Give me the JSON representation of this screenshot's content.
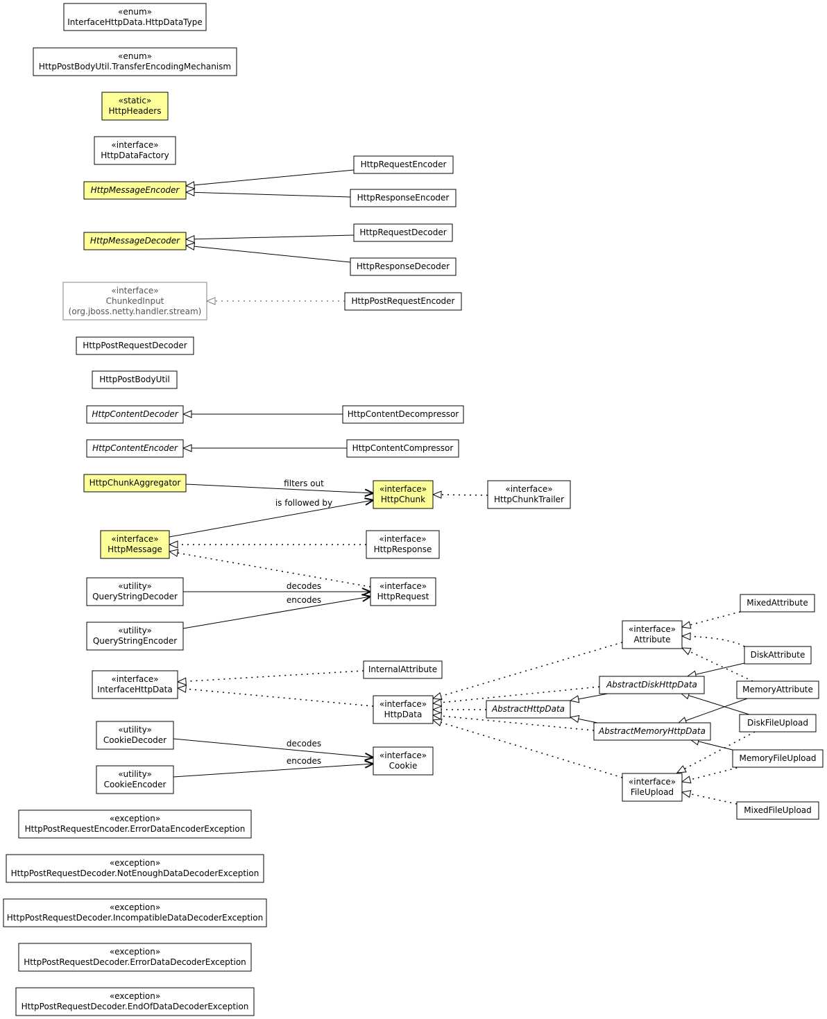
{
  "nodes": {
    "n_enum_httpdatatype": {
      "stereotype": "«enum»",
      "name": "InterfaceHttpData.HttpDataType"
    },
    "n_enum_transfer": {
      "stereotype": "«enum»",
      "name": "HttpPostBodyUtil.TransferEncodingMechanism"
    },
    "n_httpheaders": {
      "stereotype": "«static»",
      "name": "HttpHeaders"
    },
    "n_httpdatafactory": {
      "stereotype": "«interface»",
      "name": "HttpDataFactory"
    },
    "n_httpmessageencoder": {
      "name": "HttpMessageEncoder"
    },
    "n_httprequestencoder": {
      "name": "HttpRequestEncoder"
    },
    "n_httpresponseencoder": {
      "name": "HttpResponseEncoder"
    },
    "n_httpmessagedecoder": {
      "name": "HttpMessageDecoder"
    },
    "n_httprequestdecoder": {
      "name": "HttpRequestDecoder"
    },
    "n_httpresponsedecoder": {
      "name": "HttpResponseDecoder"
    },
    "n_chunkedinput": {
      "stereotype": "«interface»",
      "name": "ChunkedInput",
      "package": "(org.jboss.netty.handler.stream)"
    },
    "n_httppostrequestencoder": {
      "name": "HttpPostRequestEncoder"
    },
    "n_httppostrequestdecoder": {
      "name": "HttpPostRequestDecoder"
    },
    "n_httppostbodyutil": {
      "name": "HttpPostBodyUtil"
    },
    "n_httpcontentdecoder": {
      "name": "HttpContentDecoder"
    },
    "n_httpcontentdecompressor": {
      "name": "HttpContentDecompressor"
    },
    "n_httpcontentencoder": {
      "name": "HttpContentEncoder"
    },
    "n_httpcontentcompressor": {
      "name": "HttpContentCompressor"
    },
    "n_httpchunkaggregator": {
      "name": "HttpChunkAggregator"
    },
    "n_httpchunk": {
      "stereotype": "«interface»",
      "name": "HttpChunk"
    },
    "n_httpchunktrailer": {
      "stereotype": "«interface»",
      "name": "HttpChunkTrailer"
    },
    "n_httpmessage": {
      "stereotype": "«interface»",
      "name": "HttpMessage"
    },
    "n_httpresponse": {
      "stereotype": "«interface»",
      "name": "HttpResponse"
    },
    "n_querystringdecoder": {
      "stereotype": "«utility»",
      "name": "QueryStringDecoder"
    },
    "n_httprequest": {
      "stereotype": "«interface»",
      "name": "HttpRequest"
    },
    "n_querystringencoder": {
      "stereotype": "«utility»",
      "name": "QueryStringEncoder"
    },
    "n_interfacehttpdata": {
      "stereotype": "«interface»",
      "name": "InterfaceHttpData"
    },
    "n_internalattribute": {
      "name": "InternalAttribute"
    },
    "n_httpdata": {
      "stereotype": "«interface»",
      "name": "HttpData"
    },
    "n_attribute": {
      "stereotype": "«interface»",
      "name": "Attribute"
    },
    "n_mixedattribute": {
      "name": "MixedAttribute"
    },
    "n_diskattribute": {
      "name": "DiskAttribute"
    },
    "n_abstractdiskhttpdata": {
      "name": "AbstractDiskHttpData"
    },
    "n_memoryattribute": {
      "name": "MemoryAttribute"
    },
    "n_abstracthttpdata": {
      "name": "AbstractHttpData"
    },
    "n_diskfileupload": {
      "name": "DiskFileUpload"
    },
    "n_abstractmemoryhttpdata": {
      "name": "AbstractMemoryHttpData"
    },
    "n_memoryfileupload": {
      "name": "MemoryFileUpload"
    },
    "n_fileupload": {
      "stereotype": "«interface»",
      "name": "FileUpload"
    },
    "n_mixedfileupload": {
      "name": "MixedFileUpload"
    },
    "n_cookiedecoder": {
      "stereotype": "«utility»",
      "name": "CookieDecoder"
    },
    "n_cookie": {
      "stereotype": "«interface»",
      "name": "Cookie"
    },
    "n_cookieencoder": {
      "stereotype": "«utility»",
      "name": "CookieEncoder"
    },
    "n_exc_errordataencoder": {
      "stereotype": "«exception»",
      "name": "HttpPostRequestEncoder.ErrorDataEncoderException"
    },
    "n_exc_notenough": {
      "stereotype": "«exception»",
      "name": "HttpPostRequestDecoder.NotEnoughDataDecoderException"
    },
    "n_exc_incompatible": {
      "stereotype": "«exception»",
      "name": "HttpPostRequestDecoder.IncompatibleDataDecoderException"
    },
    "n_exc_errordatadecoder": {
      "stereotype": "«exception»",
      "name": "HttpPostRequestDecoder.ErrorDataDecoderException"
    },
    "n_exc_endofdata": {
      "stereotype": "«exception»",
      "name": "HttpPostRequestDecoder.EndOfDataDecoderException"
    }
  },
  "edge_labels": {
    "filters_out": "filters out",
    "is_followed_by": "is followed by",
    "qs_decodes": "decodes",
    "qs_encodes": "encodes",
    "cookie_decodes": "decodes",
    "cookie_encodes": "encodes"
  },
  "colors": {
    "highlight_fill": "#ffff99",
    "box_fill": "#ffffff",
    "external_stroke": "#808080",
    "external_text": "#555555",
    "line": "#000000"
  }
}
